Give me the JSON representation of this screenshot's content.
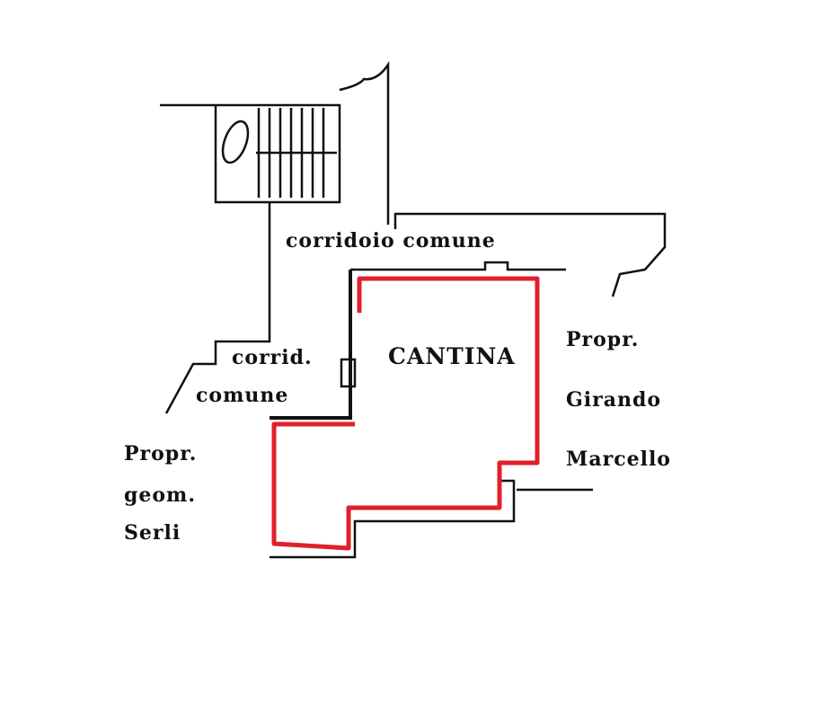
{
  "plan": {
    "room_label": "CANTINA",
    "corridor_top": "corridoio comune",
    "corridor_left_1": "corrid.",
    "corridor_left_2": "comune",
    "neighbor_right": [
      "Propr.",
      "Girando",
      "Marcello"
    ],
    "neighbor_left": [
      "Propr.",
      "geom.",
      "Serli"
    ],
    "highlight_color": "#e0202a"
  }
}
